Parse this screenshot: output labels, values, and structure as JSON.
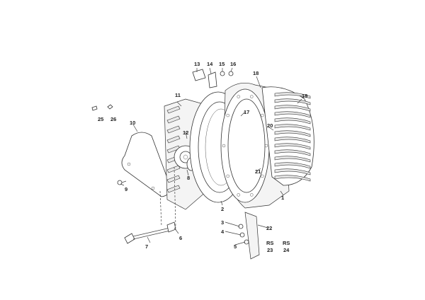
{
  "labels": {
    "p1": "1",
    "p2": "2",
    "p3": "3",
    "p4": "4",
    "p5": "5",
    "p6": "6",
    "p7": "7",
    "p8": "8",
    "p9": "9",
    "p10": "10",
    "p11": "11",
    "p12": "12",
    "p13": "13",
    "p14": "14",
    "p15": "15",
    "p16": "16",
    "p17": "17",
    "p18": "18",
    "p19": "19",
    "p20": "20",
    "p21": "21",
    "p22": "22",
    "p23": "23",
    "p24": "24",
    "p25": "25",
    "p26": "26",
    "rs1": "RS",
    "rs2": "RS"
  }
}
